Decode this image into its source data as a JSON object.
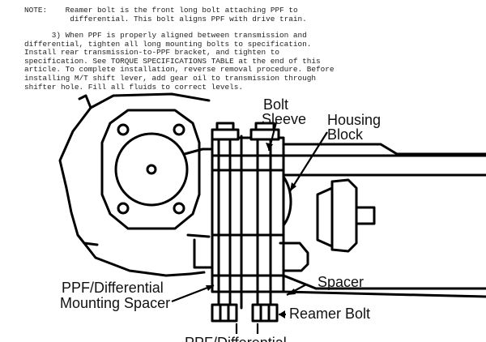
{
  "note": {
    "label": "NOTE:",
    "lines": [
      "Reamer bolt is the front long bolt attaching PPF to",
      "differential. This bolt aligns PPF with drive train."
    ]
  },
  "step3": {
    "lines": [
      "      3) When PPF is properly aligned between transmission and",
      "differential, tighten all long mounting bolts to specification.",
      "Install rear transmission-to-PPF bracket, and tighten to",
      "specification. See TORQUE SPECIFICATIONS TABLE at the end of this",
      "article. To complete installation, reverse removal procedure. Before",
      "installing M/T shift lever, add gear oil to transmission through",
      "shifter hole. Fill all fluids to correct levels."
    ]
  },
  "figure": {
    "labels": {
      "bolt": "Bolt",
      "sleeve": "Sleeve",
      "housing": "Housing",
      "block": "Block",
      "spacer": "Spacer",
      "ppf_diff": "PPF/Differential",
      "mounting_spacer": "Mounting Spacer",
      "reamer_bolt": "Reamer Bolt",
      "bottom_partial": "PPF/Differential"
    }
  }
}
